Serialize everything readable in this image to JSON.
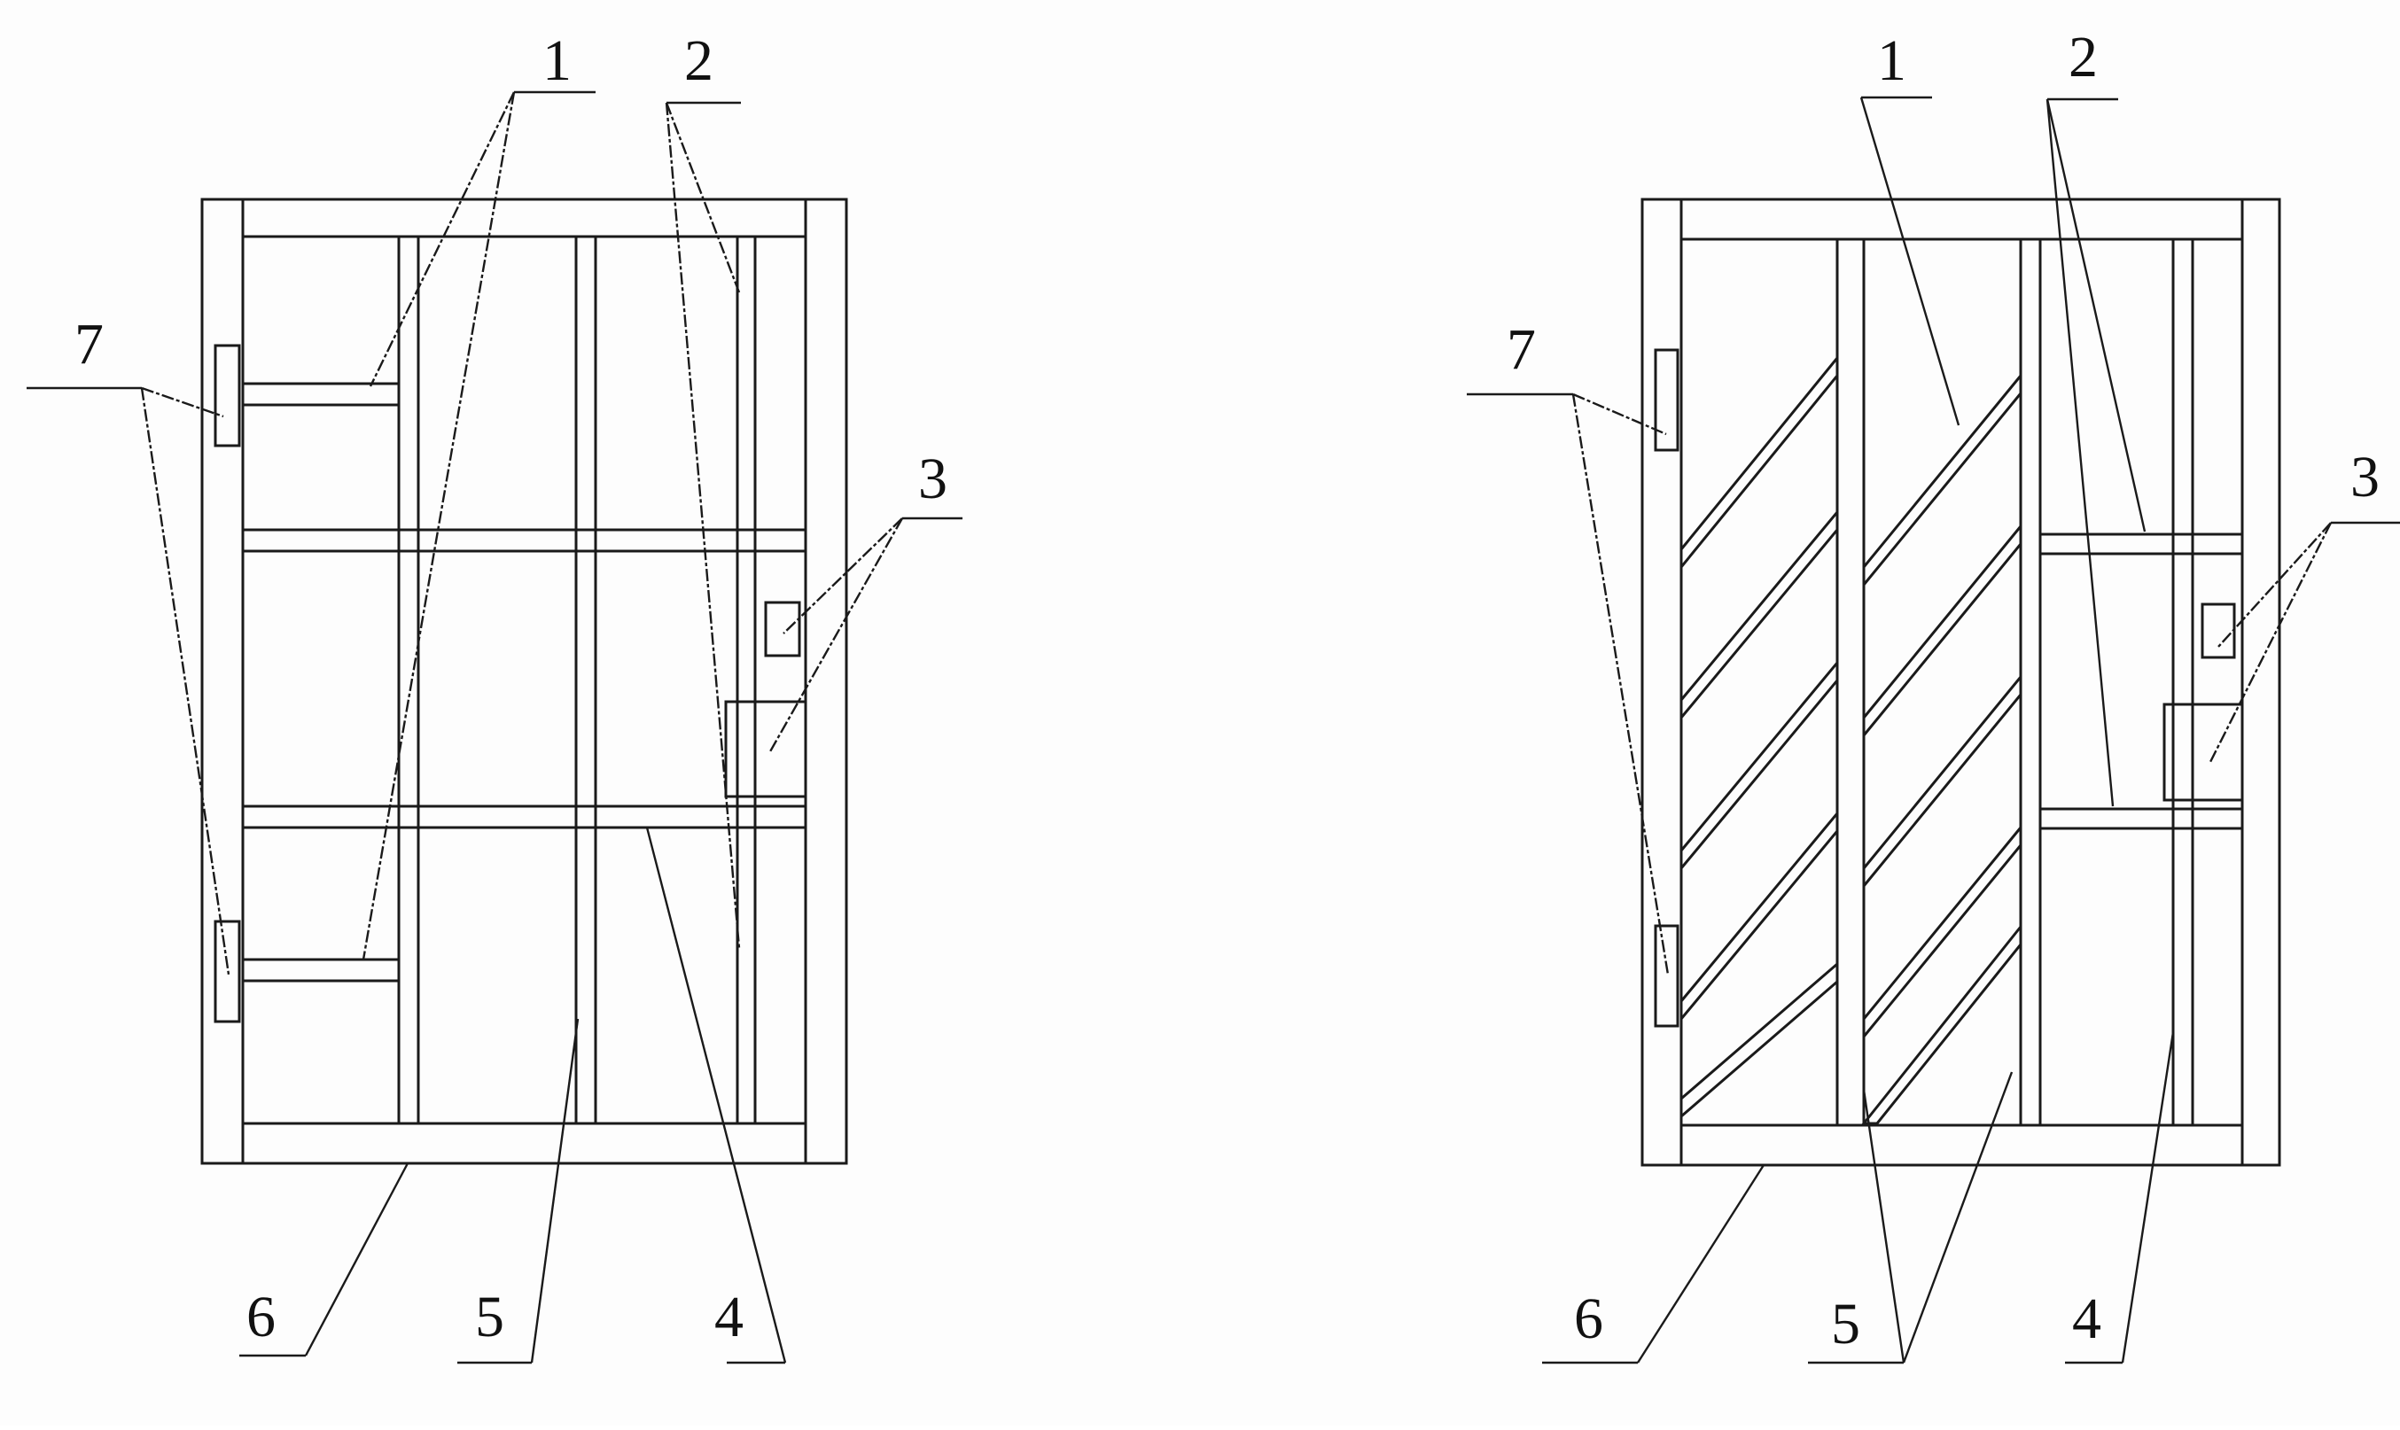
{
  "diagram": {
    "left_figure": {
      "callouts": {
        "c1": "1",
        "c2": "2",
        "c3": "3",
        "c4": "4",
        "c5": "5",
        "c6": "6",
        "c7": "7"
      }
    },
    "right_figure": {
      "callouts": {
        "c1": "1",
        "c2": "2",
        "c3": "3",
        "c4": "4",
        "c5": "5",
        "c6": "6",
        "c7": "7"
      }
    }
  },
  "colors": {
    "ink": "#1a1a1a",
    "paper": "#fdfdfd"
  }
}
